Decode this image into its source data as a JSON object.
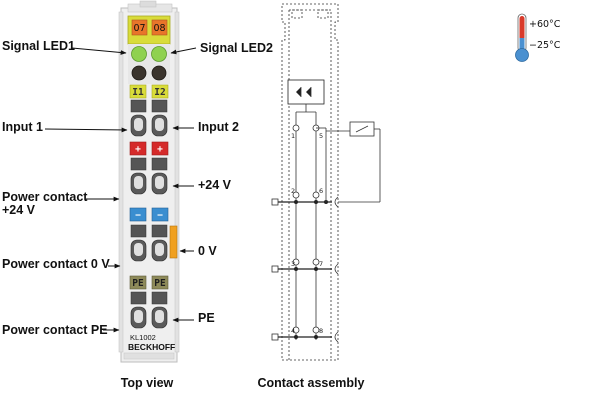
{
  "labels_left": {
    "signal_led1": "Signal LED1",
    "input_1": "Input 1",
    "power_contact_24v_line1": "Power contact",
    "power_contact_24v_line2": "+24 V",
    "power_contact_0v": "Power contact 0 V",
    "power_contact_pe": "Power contact PE"
  },
  "labels_right": {
    "signal_led2": "Signal LED2",
    "input_2": "Input 2",
    "plus_24v": "+24 V",
    "zero_v": "0 V",
    "pe": "PE"
  },
  "terminal": {
    "channel_1": "07",
    "channel_2": "08",
    "input_mark_1": "I1",
    "input_mark_2": "I2",
    "plus_mark": "+",
    "minus_mark": "−",
    "pe_mark": "PE",
    "model": "KL1002",
    "brand": "BECKHOFF",
    "pin_numbers": [
      "1",
      "5",
      "2",
      "6",
      "3",
      "7",
      "4",
      "8"
    ]
  },
  "captions": {
    "top_view": "Top view",
    "contact_assembly": "Contact assembly"
  },
  "temperature": {
    "max": "+60°C",
    "min": "−25°C"
  },
  "colors": {
    "led_green": "#8fd14f",
    "led_dark": "#3a342d",
    "channel_orange": "#e8752a",
    "marker_yellow": "#d9dc3a",
    "marker_red": "#d52a2a",
    "marker_blue": "#3a8ed0",
    "marker_olive": "#8e8a5a",
    "contact_orange": "#f0a020",
    "thermo_red": "#d93a2a",
    "thermo_blue": "#4a90d0"
  }
}
